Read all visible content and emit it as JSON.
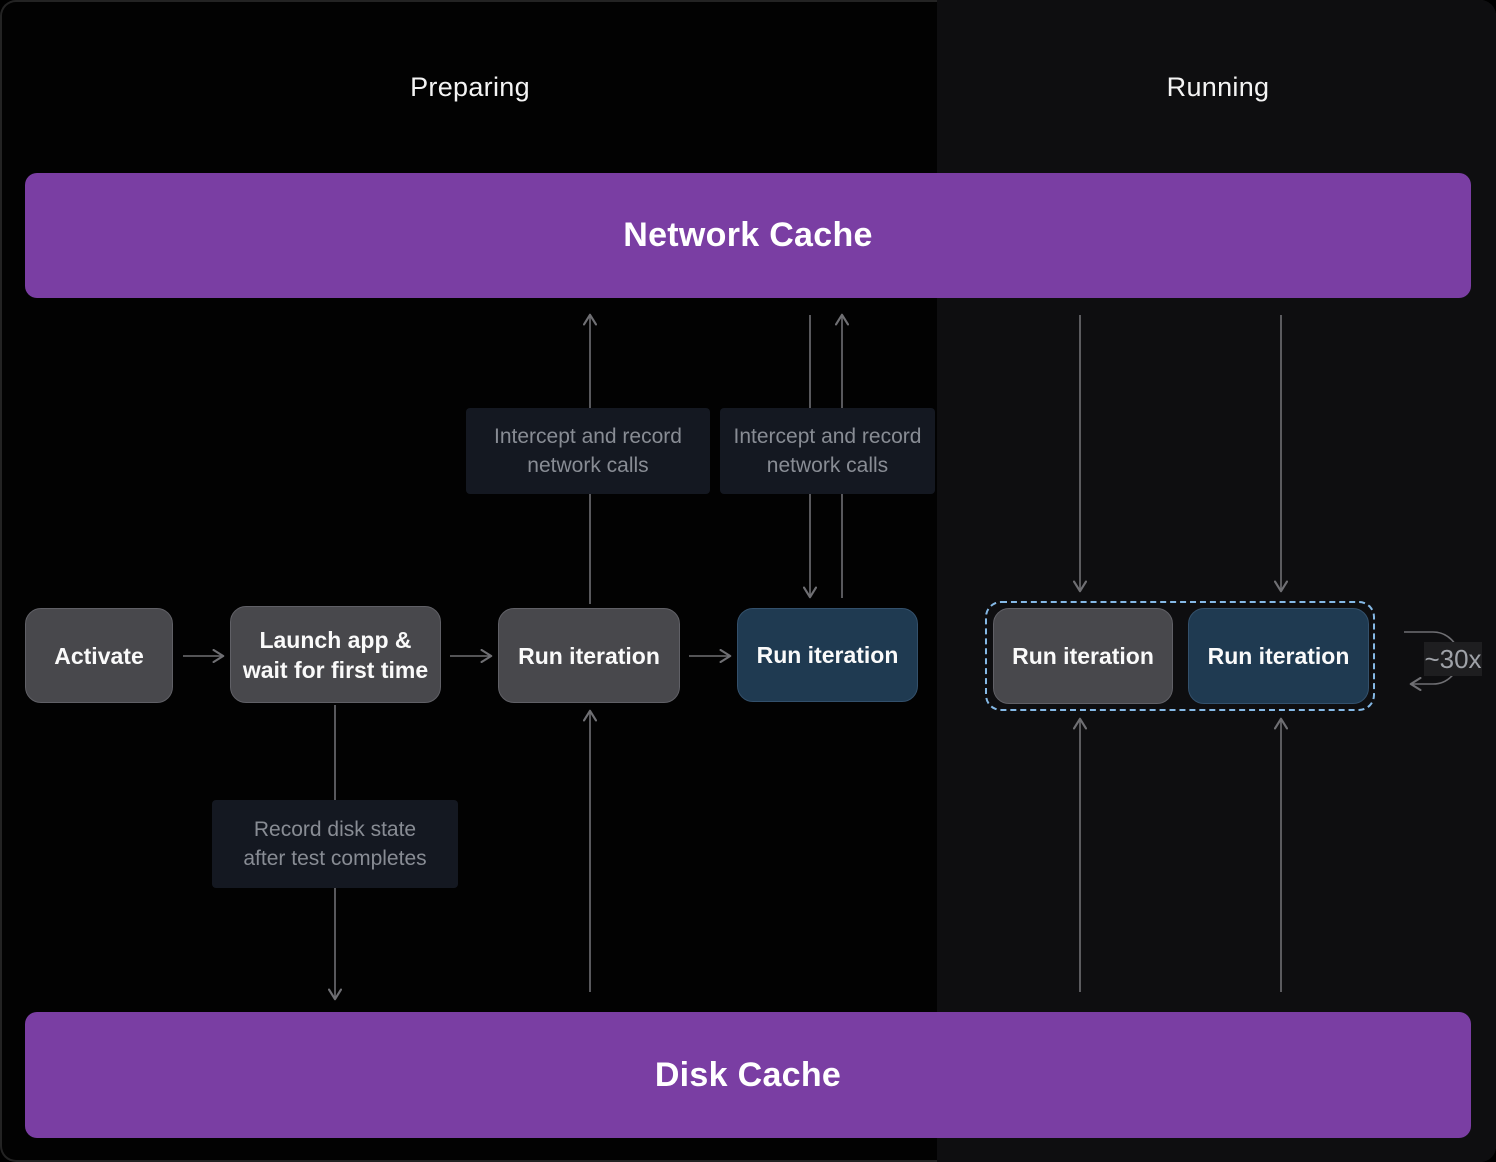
{
  "diagram": {
    "sections": {
      "preparing": {
        "label": "Preparing"
      },
      "running": {
        "label": "Running"
      }
    },
    "cache_layers": {
      "network": {
        "label": "Network Cache"
      },
      "disk": {
        "label": "Disk Cache"
      }
    },
    "nodes": {
      "activate": {
        "label": "Activate"
      },
      "launch": {
        "label": "Launch app & wait for first time"
      },
      "run_prepare_disk": {
        "label": "Run iteration"
      },
      "run_prepare_network": {
        "label": "Run iteration"
      },
      "run_running_disk": {
        "label": "Run iteration"
      },
      "run_running_network": {
        "label": "Run iteration"
      }
    },
    "annotations": {
      "intercept_left": {
        "line1": "Intercept and record",
        "line2": "network calls"
      },
      "intercept_right": {
        "line1": "Intercept and record",
        "line2": "network calls"
      },
      "record_disk": {
        "line1": "Record disk state",
        "line2": "after test completes"
      }
    },
    "loop": {
      "label": "~30x"
    },
    "edges": [
      {
        "from": "activate",
        "to": "launch"
      },
      {
        "from": "launch",
        "to": "run_prepare_disk"
      },
      {
        "from": "run_prepare_disk",
        "to": "run_prepare_network"
      },
      {
        "from": "run_prepare_disk",
        "to": "network_cache",
        "direction": "up"
      },
      {
        "from": "network_cache",
        "to": "run_prepare_network",
        "direction": "down"
      },
      {
        "from": "run_prepare_network",
        "to": "network_cache",
        "direction": "up"
      },
      {
        "from": "launch",
        "to": "disk_cache",
        "direction": "down"
      },
      {
        "from": "disk_cache",
        "to": "run_prepare_disk",
        "direction": "up"
      },
      {
        "from": "network_cache",
        "to": "run_running_disk",
        "direction": "down"
      },
      {
        "from": "network_cache",
        "to": "run_running_network",
        "direction": "down"
      },
      {
        "from": "disk_cache",
        "to": "run_running_disk",
        "direction": "up"
      },
      {
        "from": "disk_cache",
        "to": "run_running_network",
        "direction": "up"
      }
    ],
    "colors": {
      "cache_bar": "#7a3ea3",
      "node_gray": "#48484c",
      "node_blue": "#1f3a51",
      "dashed_outline": "#85b9e6",
      "background_left": "#020202",
      "background_right": "#0e0e10",
      "arrow": "#6f6f73",
      "annotation_bg": "#141821",
      "annotation_text": "#888c94"
    }
  }
}
